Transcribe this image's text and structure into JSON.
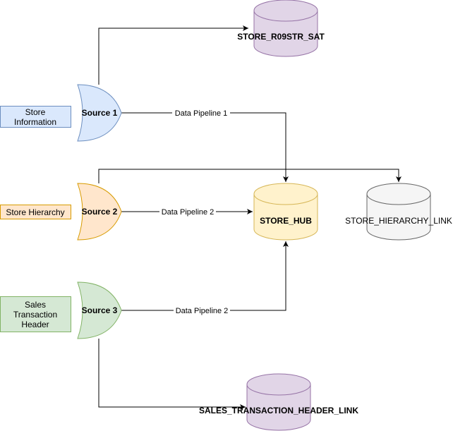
{
  "inputs": {
    "store_information": "Store Information",
    "store_information_l1": "Store",
    "store_information_l2": "Information",
    "store_hierarchy": "Store Hierarchy",
    "sales_l1": "Sales",
    "sales_l2": "Transaction",
    "sales_l3": "Header"
  },
  "sources": {
    "source1": "Source 1",
    "source2": "Source 2",
    "source3": "Source 3"
  },
  "pipelines": {
    "p1": "Data Pipeline 1",
    "p2": "Data Pipeline 2",
    "p3": "Data Pipeline 2"
  },
  "targets": {
    "sat": "STORE_R09STR_SAT",
    "hub": "STORE_HUB",
    "hierarchy_link": "STORE_HIERARCHY_LINK",
    "sales_link": "SALES_TRANSACTION_HEADER_LINK"
  },
  "colors": {
    "blue_fill": "#dae8fc",
    "blue_stroke": "#6c8ebf",
    "orange_fill": "#ffe6cc",
    "orange_stroke": "#d79b00",
    "green_fill": "#d5e8d4",
    "green_stroke": "#82b366",
    "purple_fill": "#e1d5e7",
    "purple_stroke": "#9673a6",
    "yellow_fill": "#fff2cc",
    "yellow_stroke": "#d6b656",
    "gray_fill": "#f5f5f5",
    "gray_stroke": "#666666"
  }
}
